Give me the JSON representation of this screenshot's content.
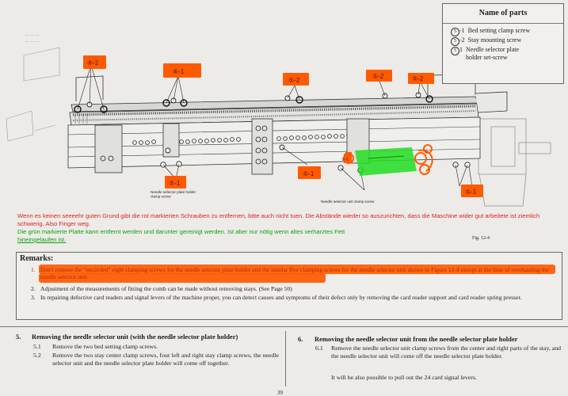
{
  "parts_box": {
    "title": "Name of parts",
    "items": [
      {
        "num": "5",
        "suffix": "-1",
        "text": "Bed setting clamp screw"
      },
      {
        "num": "5",
        "suffix": "-2",
        "text": "Stay mounting screw"
      },
      {
        "num": "5",
        "suffix": "1",
        "text": "Needle selector plate\nholder set-screw"
      }
    ]
  },
  "callouts": {
    "c1": "⑥-2",
    "c2": "⑥-1",
    "c3": "⑤-2",
    "c4": "⑤-2",
    "c5": "⑤-2",
    "c6": "⑤-1",
    "c7": "⑤-1",
    "c8": "⑤-1",
    "c9": "⑤-1"
  },
  "diagram_labels": {
    "needle_holder_clamp": "Needle selector plate holder\nclamp screw",
    "needle_unit_clamp": "Needle selector unit clamp screw"
  },
  "notes": {
    "red": "Wenn es keinen seeeehr guten Grund gibt die rot   markierten Schrauben zu entfernen, bitte auch nicht tuen. Die Abstände wieder so auszurichten, dass die Maschine wider gut arbeitete ist ziemlich schwierig. Also Finger weg.",
    "green_line1": "Die grün markierte Platte kann entfernt werden und darunter gereinigt werden. Ist aber nur nötig wenn altes verharztes Fett",
    "green_line2": "hineingelaufen ist."
  },
  "fig_label": "Fig. 12-4",
  "remarks": {
    "title": "Remarks:",
    "items": [
      {
        "num": "1.",
        "text": "Don't remove the \"encircled\" eight clamping screws for the needle selector plate holder and the similar five clamping screws for the needle selector unit shown in Figure 12-4 except at the time of overhauling the needle selector unit."
      },
      {
        "num": "2.",
        "text": "Adjustment of the measurements of fitting the comb can be made without removing stays.  (See Page 50)"
      },
      {
        "num": "3.",
        "text": "In repairing defective card readers and signal levers of the machine proper, you can detect causes and symptoms of their defect only by removing the card reader support and card reader spring presser."
      }
    ]
  },
  "section5": {
    "num": "5.",
    "title": "Removing the needle selector unit (with the needle selector plate holder)",
    "s1_num": "5.1",
    "s1": "Remove the two bed setting clamp screws.",
    "s2_num": "5.2",
    "s2": "Remove the two stay center clamp screws, four left and right stay clamp screws, the needle selector unit and the needle selector plate holder will come off together."
  },
  "section6": {
    "num": "6.",
    "title": "Removing the needle selector unit from the needle selector plate holder",
    "s1_num": "6.1",
    "s1": "Remove the needle selector unit clamp screws from the center and right parts of the stay, and the needle selector unit will come off the needle selector plate holder.",
    "s1b": "It will be also possible to pull out the 24 card signal levers."
  },
  "page_number": "39",
  "colors": {
    "red_annot": "#ff5a00",
    "green_annot": "#22dd22"
  }
}
